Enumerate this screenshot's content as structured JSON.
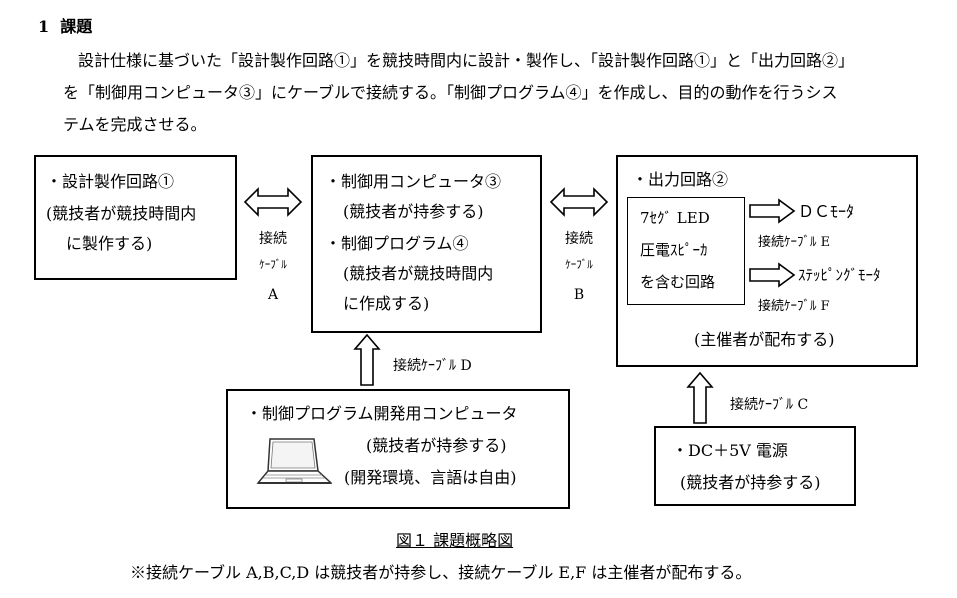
{
  "heading": {
    "number": "1",
    "title": "課題"
  },
  "intro": {
    "line1": "設計仕様に基づいた「設計製作回路①」を競技時間内に設計・製作し、「設計製作回路①」と「出力回路②」",
    "line2": "を「制御用コンピュータ③」にケーブルで接続する。「制御プログラム④」を作成し、目的の動作を行うシス",
    "line3": "テムを完成させる。"
  },
  "boxes": {
    "circuit1": {
      "line1": "・設計製作回路①",
      "line2": "(競技者が競技時間内",
      "line3": "に製作する)"
    },
    "computer3": {
      "line1": "・制御用コンピュータ③",
      "line2": "(競技者が持参する)",
      "line3": "・制御プログラム④",
      "line4": "(競技者が競技時間内",
      "line5": "に作成する)"
    },
    "output2": {
      "title": "・出力回路②",
      "inner_line1": "7ｾｸﾞ LED",
      "inner_line2": "圧電ｽﾋﾟｰｶ",
      "inner_line3": "を含む回路",
      "motor_dc": "ＤＣﾓｰﾀ",
      "cable_e": "接続ｹｰﾌﾞﾙ E",
      "motor_stepping": "ｽﾃｯﾋﾟﾝｸﾞﾓｰﾀ",
      "cable_f": "接続ｹｰﾌﾞﾙ F",
      "note": "(主催者が配布する)"
    },
    "devpc": {
      "line1": "・制御プログラム開発用コンピュータ",
      "line2": "(競技者が持参する)",
      "line3": "(開発環境、言語は自由)"
    },
    "power": {
      "line1": "・DC＋5V 電源",
      "line2": "(競技者が持参する)"
    }
  },
  "cables": {
    "a": {
      "label1": "接続",
      "label2": "ｹｰﾌﾞﾙ",
      "letter": "A"
    },
    "b": {
      "label1": "接続",
      "label2": "ｹｰﾌﾞﾙ",
      "letter": "B"
    },
    "c": "接続ｹｰﾌﾞﾙ C",
    "d": "接続ｹｰﾌﾞﾙ D"
  },
  "figure_caption": "図１ 課題概略図",
  "footnote": "※接続ケーブル A,B,C,D は競技者が持参し、接続ケーブル E,F は主催者が配布する。",
  "icons": [
    "laptop-icon",
    "double-arrow-icon",
    "up-arrow-icon",
    "right-arrow-icon"
  ]
}
